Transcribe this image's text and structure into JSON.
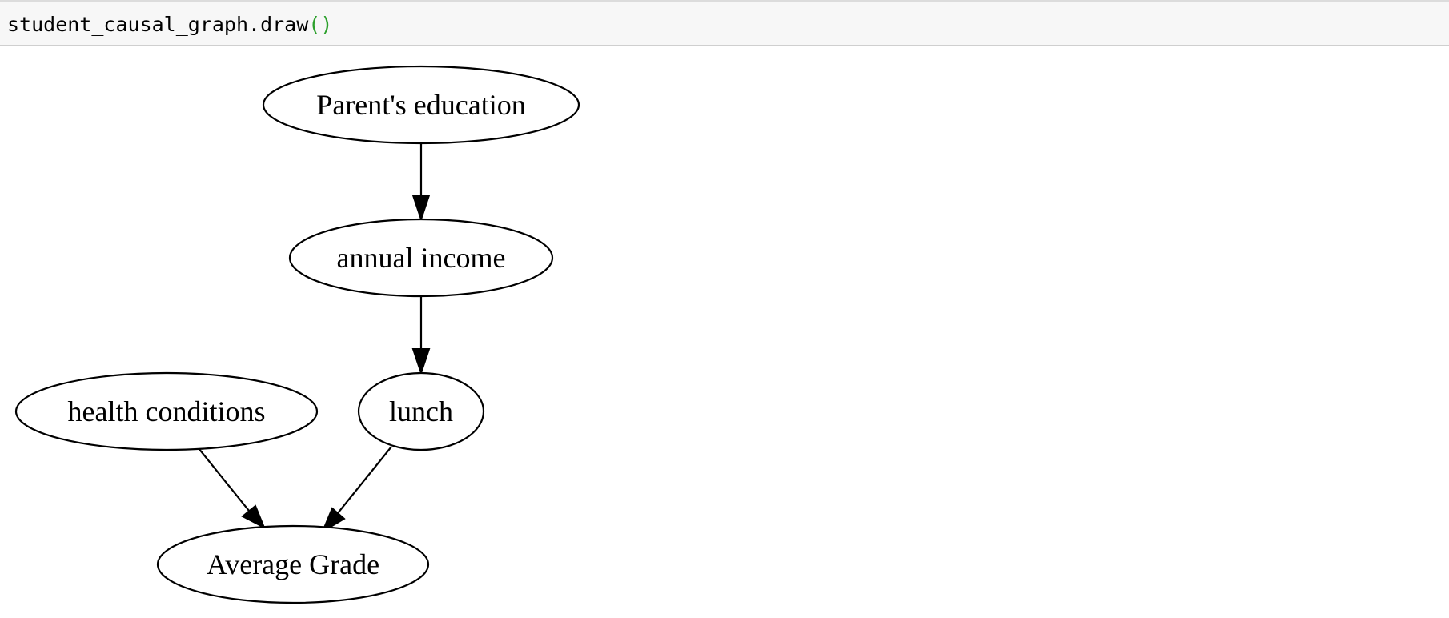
{
  "cell": {
    "code_object": "student_causal_graph.draw",
    "code_parens": "()"
  },
  "graph": {
    "nodes": [
      {
        "id": "parents-education",
        "label": "Parent's education"
      },
      {
        "id": "annual-income",
        "label": "annual income"
      },
      {
        "id": "health-conditions",
        "label": "health conditions"
      },
      {
        "id": "lunch",
        "label": "lunch"
      },
      {
        "id": "average-grade",
        "label": "Average Grade"
      }
    ],
    "edges": [
      {
        "from": "Parent's education",
        "to": "annual income"
      },
      {
        "from": "annual income",
        "to": "lunch"
      },
      {
        "from": "health conditions",
        "to": "Average Grade"
      },
      {
        "from": "lunch",
        "to": "Average Grade"
      }
    ]
  }
}
